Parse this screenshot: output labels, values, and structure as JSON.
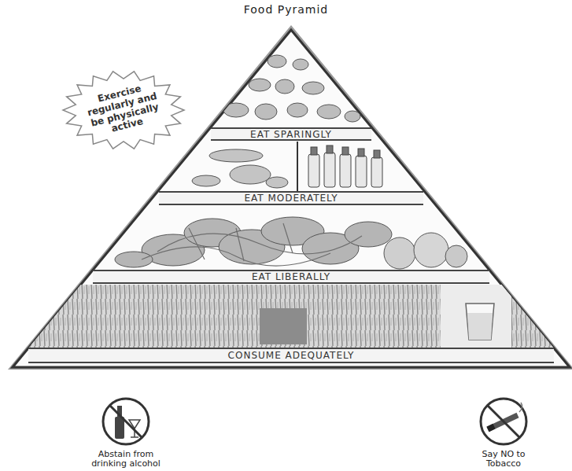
{
  "diagram": {
    "title": "Food Pyramid",
    "nodes": [
      {
        "text": [
          "Exercise regularly and be physically active"
        ]
      },
      {
        "text": [
          "EAT SPARINGLY"
        ]
      },
      {
        "text": [
          "EAT MODERATELY"
        ]
      },
      {
        "text": [
          "EAT LIBERALLY"
        ]
      },
      {
        "text": [
          "CONSUME ADEQUATELY"
        ]
      },
      {
        "text": [
          "Abstain from drinking alcohol"
        ]
      },
      {
        "text": [
          "Say NO to Tobacco"
        ]
      }
    ]
  }
}
